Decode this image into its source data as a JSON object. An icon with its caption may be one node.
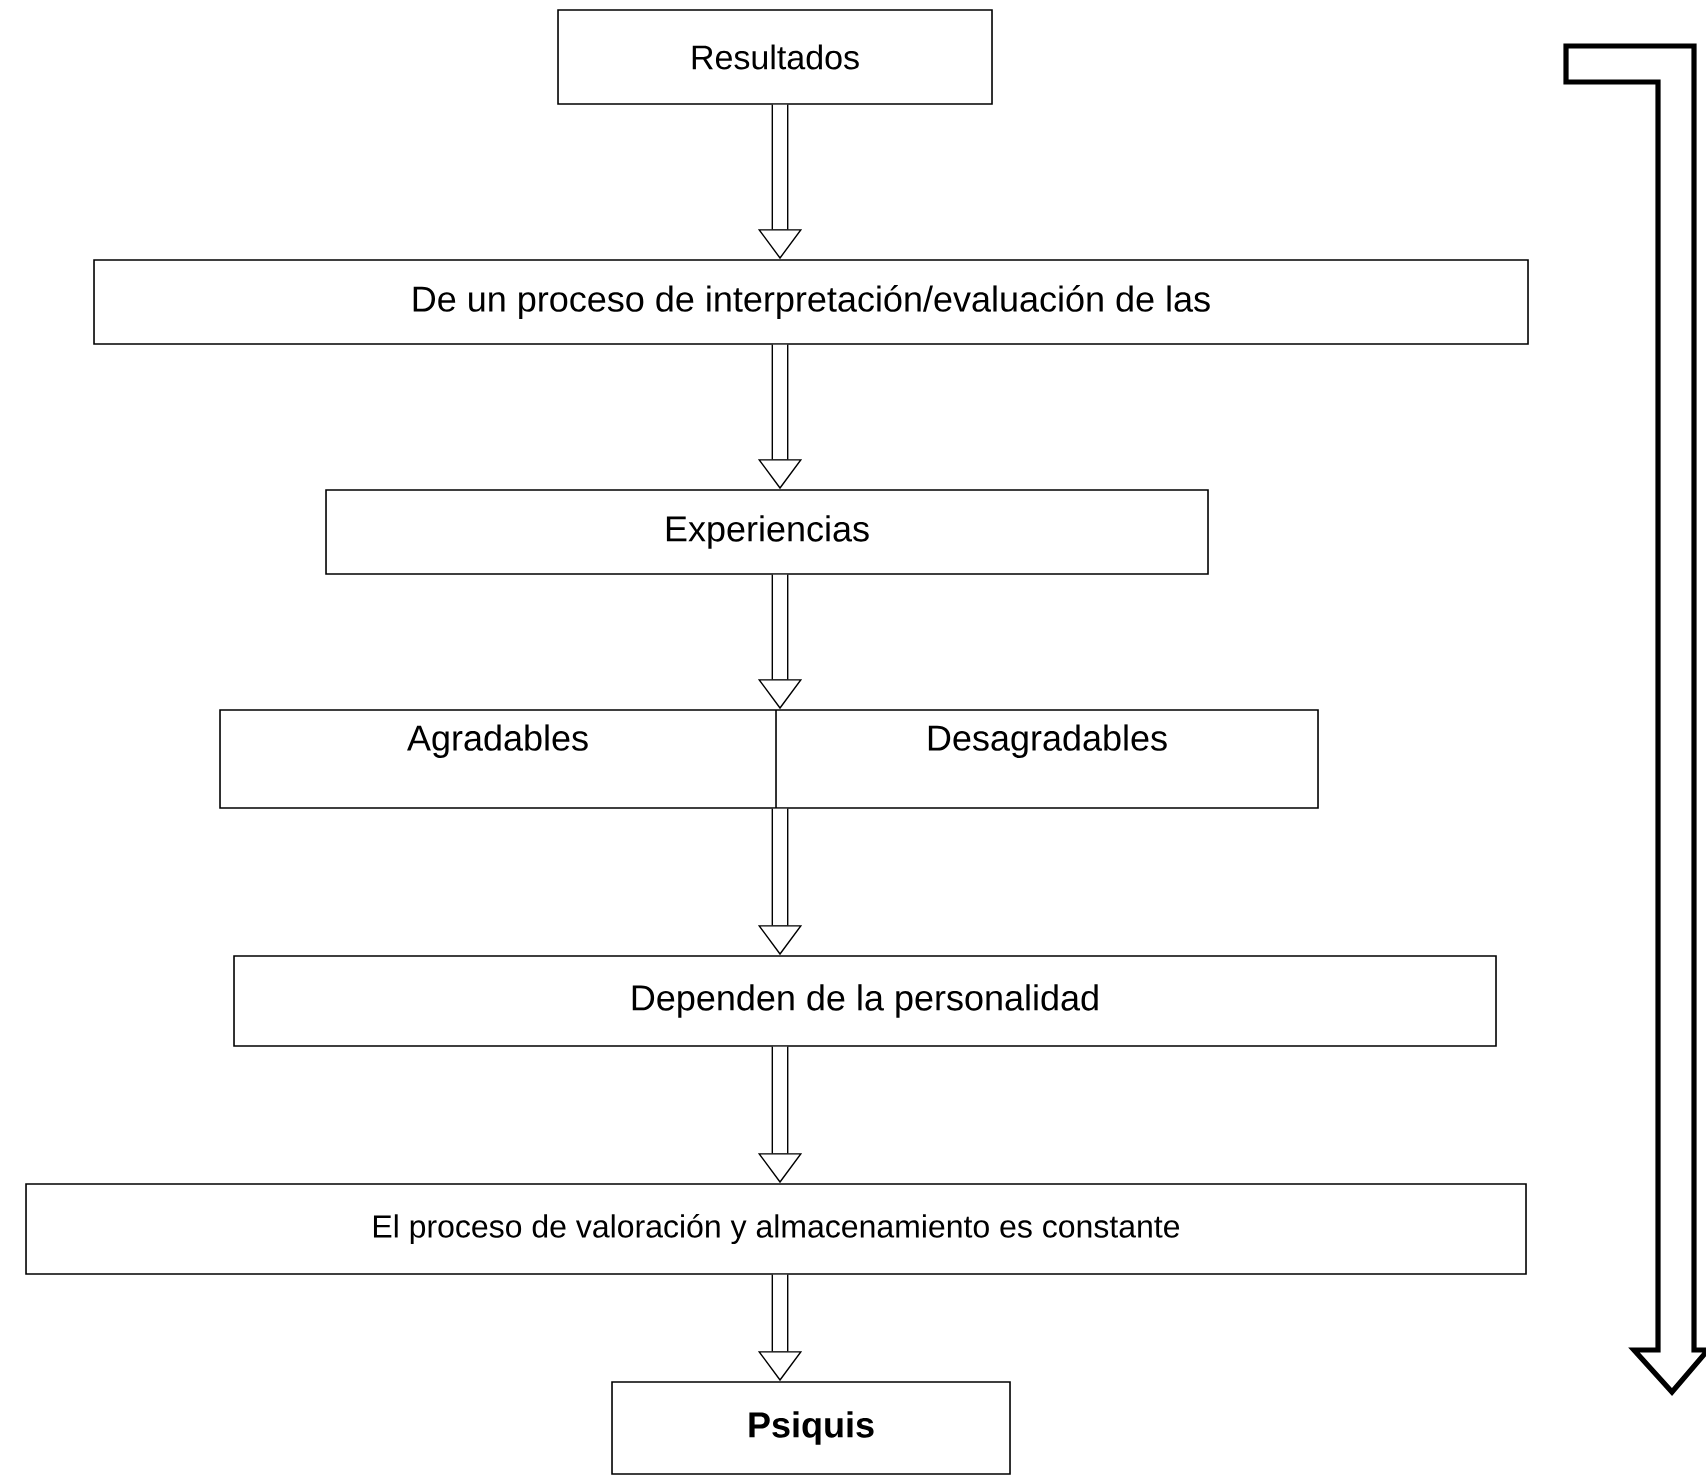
{
  "diagram": {
    "nodes": [
      {
        "text": [
          "Resultados"
        ]
      },
      {
        "text": [
          "De un proceso de interpretación/evaluación de las"
        ]
      },
      {
        "text": [
          "Experiencias"
        ]
      },
      {
        "text": [
          "Agradables",
          "Desagradables"
        ]
      },
      {
        "text": [
          "Dependen de la personalidad"
        ]
      },
      {
        "text": [
          "El proceso de valoración y almacenamiento es constante"
        ]
      },
      {
        "text": [
          "Psiquis"
        ]
      }
    ],
    "edges": [
      {
        "from": 0,
        "to": 1,
        "arrow": "to"
      },
      {
        "from": 1,
        "to": 2,
        "arrow": "to"
      },
      {
        "from": 2,
        "to": 3,
        "arrow": "to"
      },
      {
        "from": 3,
        "to": 4,
        "arrow": "to"
      },
      {
        "from": 4,
        "to": 5,
        "arrow": "to"
      },
      {
        "from": 5,
        "to": 6,
        "arrow": "to"
      }
    ]
  }
}
